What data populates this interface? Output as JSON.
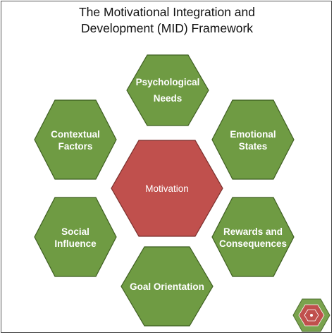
{
  "title": {
    "line1": "The Motivational Integration and",
    "line2": "Development (MID) Framework"
  },
  "center_node": {
    "label": "Motivation",
    "color": "#c0504d"
  },
  "outer_node_color": "#6f9b43",
  "outer_nodes": [
    {
      "id": "psychological-needs",
      "lines": [
        "Psychological",
        "Needs"
      ]
    },
    {
      "id": "emotional-states",
      "lines": [
        "Emotional",
        "States"
      ]
    },
    {
      "id": "rewards-and-consequences",
      "lines": [
        "Rewards and",
        "Consequences"
      ]
    },
    {
      "id": "goal-orientation",
      "lines": [
        "Goal Orientation"
      ]
    },
    {
      "id": "social-influence",
      "lines": [
        "Social",
        "Influence"
      ]
    },
    {
      "id": "contextual-factors",
      "lines": [
        "Contextual",
        "Factors"
      ]
    }
  ],
  "logo": {
    "name": "hexagon-logo-icon"
  }
}
